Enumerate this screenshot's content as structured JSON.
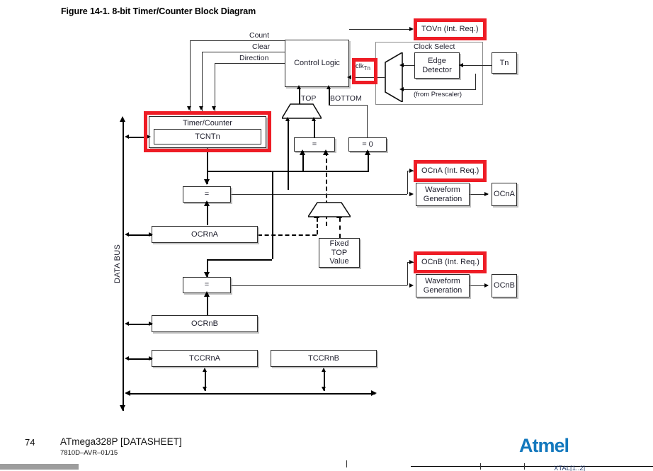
{
  "figure": {
    "title": "Figure 14-1. 8-bit Timer/Counter Block Diagram"
  },
  "diagram": {
    "control_signals": {
      "count": "Count",
      "clear": "Clear",
      "direction": "Direction"
    },
    "blocks": {
      "control_logic": "Control Logic",
      "timer_counter": "Timer/Counter",
      "tcntn": "TCNTn",
      "edge_detector_line1": "Edge",
      "edge_detector_line2": "Detector",
      "tn": "Tn",
      "comparator_top": "=",
      "comparator_bottom": "= 0",
      "comparator_ocra": "=",
      "comparator_ocrb": "=",
      "ocrna": "OCRnA",
      "ocrnb": "OCRnB",
      "tccrna": "TCCRnA",
      "tccrnb": "TCCRnB",
      "fixed_top_l1": "Fixed",
      "fixed_top_l2": "TOP",
      "fixed_top_l3": "Value",
      "waveform_a_l1": "Waveform",
      "waveform_a_l2": "Generation",
      "waveform_b_l1": "Waveform",
      "waveform_b_l2": "Generation",
      "ocna_pin": "OCnA",
      "ocnb_pin": "OCnB"
    },
    "labels": {
      "clock_select": "Clock Select",
      "from_prescaler": "(from Prescaler)",
      "top": "TOP",
      "bottom": "BOTTOM",
      "clk_prefix": "clk",
      "clk_subscript": "Tn",
      "data_bus": "DATA BUS"
    },
    "interrupts": {
      "tovn": "TOVn (Int. Req.)",
      "ocna": "OCnA (Int. Req.)",
      "ocnb": "OCnB (Int. Req.)"
    },
    "highlight_color": "#ee1c25"
  },
  "footer": {
    "page_number": "74",
    "document_title": "ATmega328P [DATASHEET]",
    "document_code": "7810D–AVR–01/15",
    "brand": "Atmel",
    "brand_color": "#1378bd"
  },
  "next_page_fragment": {
    "label": "XTAL[1..2]"
  }
}
